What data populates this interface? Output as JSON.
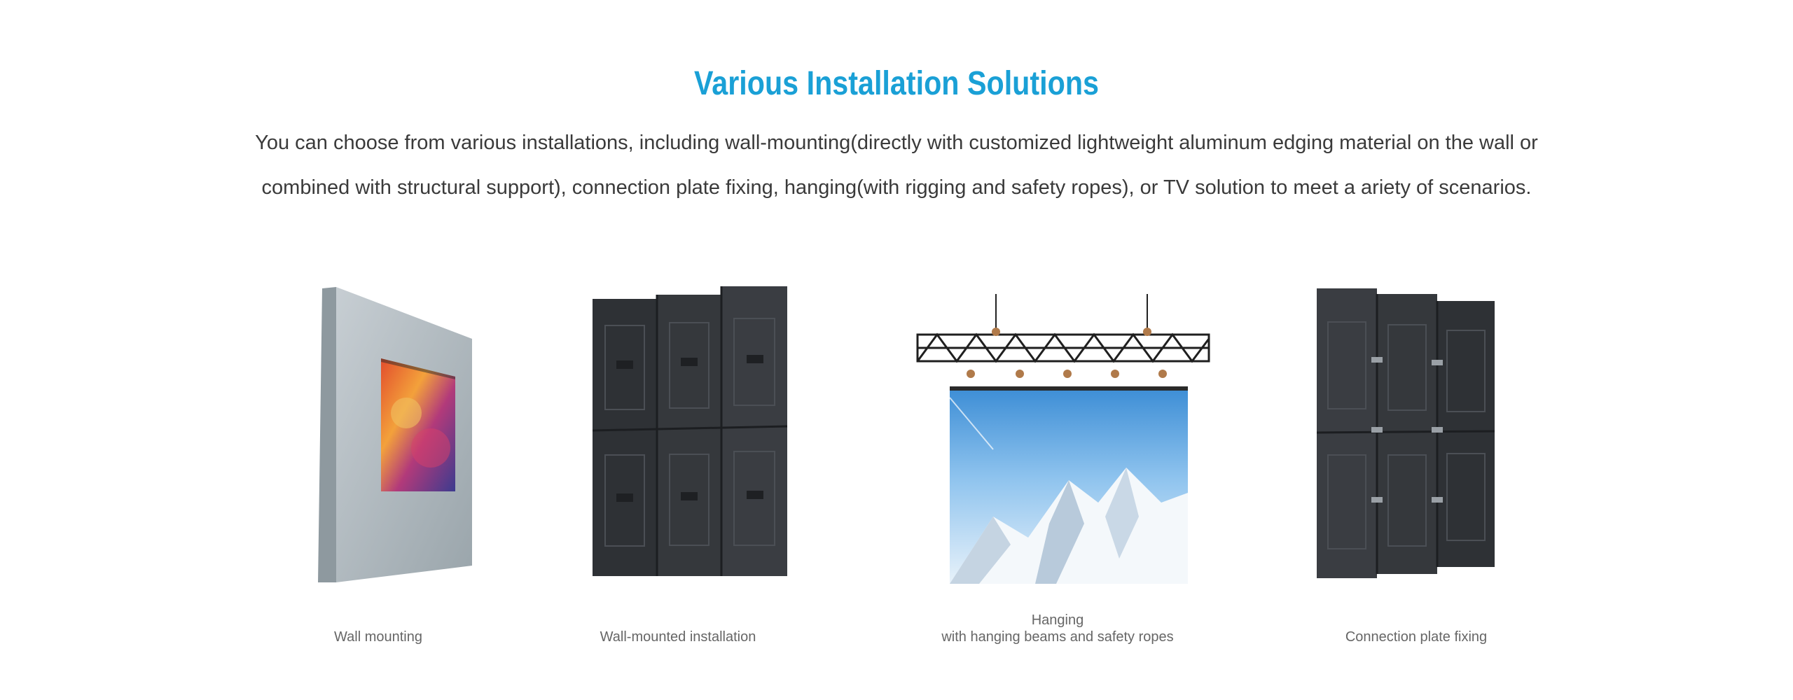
{
  "header": {
    "title": "Various Installation Solutions",
    "description": "You can choose from various installations, including wall-mounting(directly with customized lightweight aluminum edging material on the wall or combined with structural support), connection plate fixing, hanging(with rigging and safety ropes), or TV solution to meet a ariety of scenarios."
  },
  "solutions": [
    {
      "caption": "Wall mounting",
      "image": "wall-with-screen-image"
    },
    {
      "caption": "Wall-mounted installation",
      "image": "led-cabinet-back-image"
    },
    {
      "caption_line1": "Hanging",
      "caption_line2": "with hanging beams and safety ropes",
      "image": "truss-hanging-screen-image"
    },
    {
      "caption": "Connection plate fixing",
      "image": "led-cabinet-back-plate-image"
    }
  ],
  "colors": {
    "accent": "#1aa0d6",
    "text": "#3a3a3a",
    "caption": "#666666"
  }
}
